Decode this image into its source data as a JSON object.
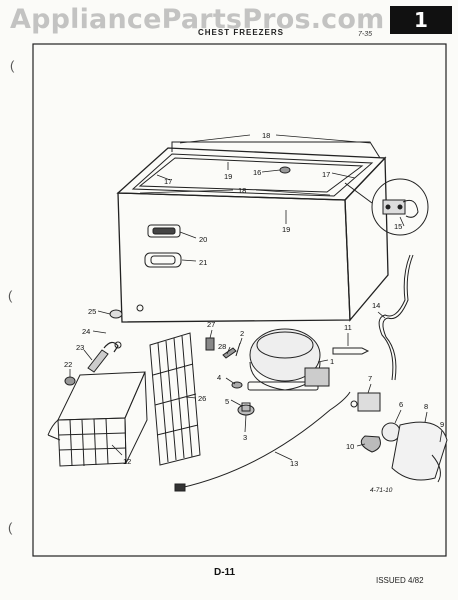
{
  "watermark": "AppliancePartsPros.com",
  "header": {
    "page_number": "1",
    "title": "CHEST FREEZERS",
    "section_ref": "7-35"
  },
  "footer": {
    "page_id": "D-11",
    "issued": "ISSUED 4/82"
  },
  "diagram": {
    "callouts": [
      {
        "id": "c1",
        "label": "1"
      },
      {
        "id": "c2",
        "label": "2"
      },
      {
        "id": "c3",
        "label": "3"
      },
      {
        "id": "c4",
        "label": "4"
      },
      {
        "id": "c5",
        "label": "5"
      },
      {
        "id": "c6",
        "label": "6"
      },
      {
        "id": "c7",
        "label": "7"
      },
      {
        "id": "c8",
        "label": "8"
      },
      {
        "id": "c9",
        "label": "9"
      },
      {
        "id": "c10",
        "label": "10"
      },
      {
        "id": "c11",
        "label": "11"
      },
      {
        "id": "c12",
        "label": "12"
      },
      {
        "id": "c13",
        "label": "13"
      },
      {
        "id": "c14",
        "label": "14"
      },
      {
        "id": "c15",
        "label": "15"
      },
      {
        "id": "c16",
        "label": "16"
      },
      {
        "id": "c17a",
        "label": "17"
      },
      {
        "id": "c17b",
        "label": "17"
      },
      {
        "id": "c18a",
        "label": "18"
      },
      {
        "id": "c18b",
        "label": "18"
      },
      {
        "id": "c19a",
        "label": "19"
      },
      {
        "id": "c19b",
        "label": "19"
      },
      {
        "id": "c20",
        "label": "20"
      },
      {
        "id": "c21",
        "label": "21"
      },
      {
        "id": "c22",
        "label": "22"
      },
      {
        "id": "c23",
        "label": "23"
      },
      {
        "id": "c24",
        "label": "24"
      },
      {
        "id": "c25",
        "label": "25"
      },
      {
        "id": "c26",
        "label": "26"
      },
      {
        "id": "c27",
        "label": "27"
      },
      {
        "id": "c28",
        "label": "28"
      }
    ],
    "drawing_code": "4-71-10"
  },
  "colors": {
    "ink": "#222222",
    "paper": "#fbfbf8",
    "page_box": "#111111"
  }
}
